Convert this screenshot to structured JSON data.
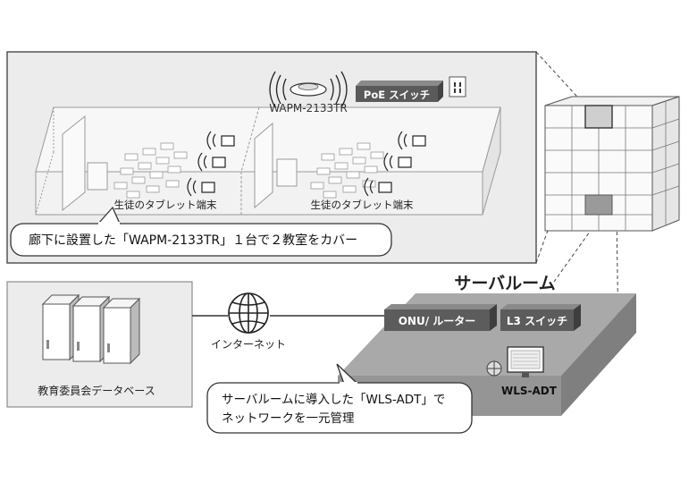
{
  "school": {
    "ap_name": "WAPM-2133TR",
    "poe_switch": "PoE スイッチ",
    "tablet_label_left": "生徒のタブレット端末",
    "tablet_label_right": "生徒のタブレット端末",
    "callout": "廊下に設置した「WAPM-2133TR」１台で２教室をカバー"
  },
  "database": {
    "label": "教育委員会データベース"
  },
  "internet": {
    "label": "インターネット"
  },
  "server_room": {
    "title": "サーバルーム",
    "onu_router": "ONU/ ルーター",
    "l3_switch": "L3 スイッチ",
    "wls_adt": "WLS-ADT",
    "callout_line1": "サーバルームに導入した「WLS-ADT」で",
    "callout_line2": "ネットワークを一元管理"
  },
  "colors": {
    "panel_bg": "#e9e9e9",
    "box_dark": "#5a5a5a",
    "room_gray": "#a9a9a9",
    "accent_dark": "#6b6b6b"
  }
}
